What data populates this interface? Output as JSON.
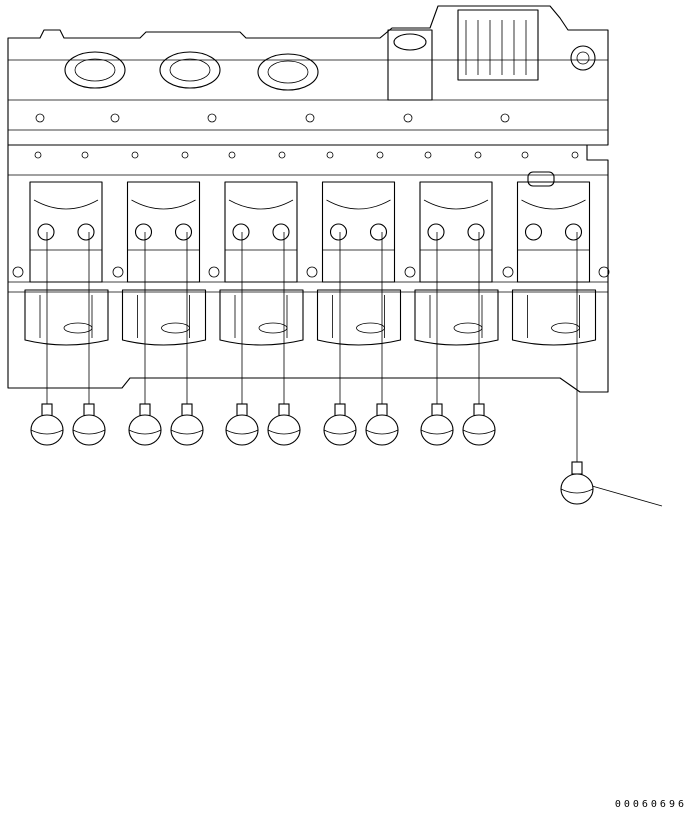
{
  "drawing": {
    "number": "00060696",
    "plugs_front_row": 10,
    "plugs_extra": 1,
    "cylinders": 6
  }
}
